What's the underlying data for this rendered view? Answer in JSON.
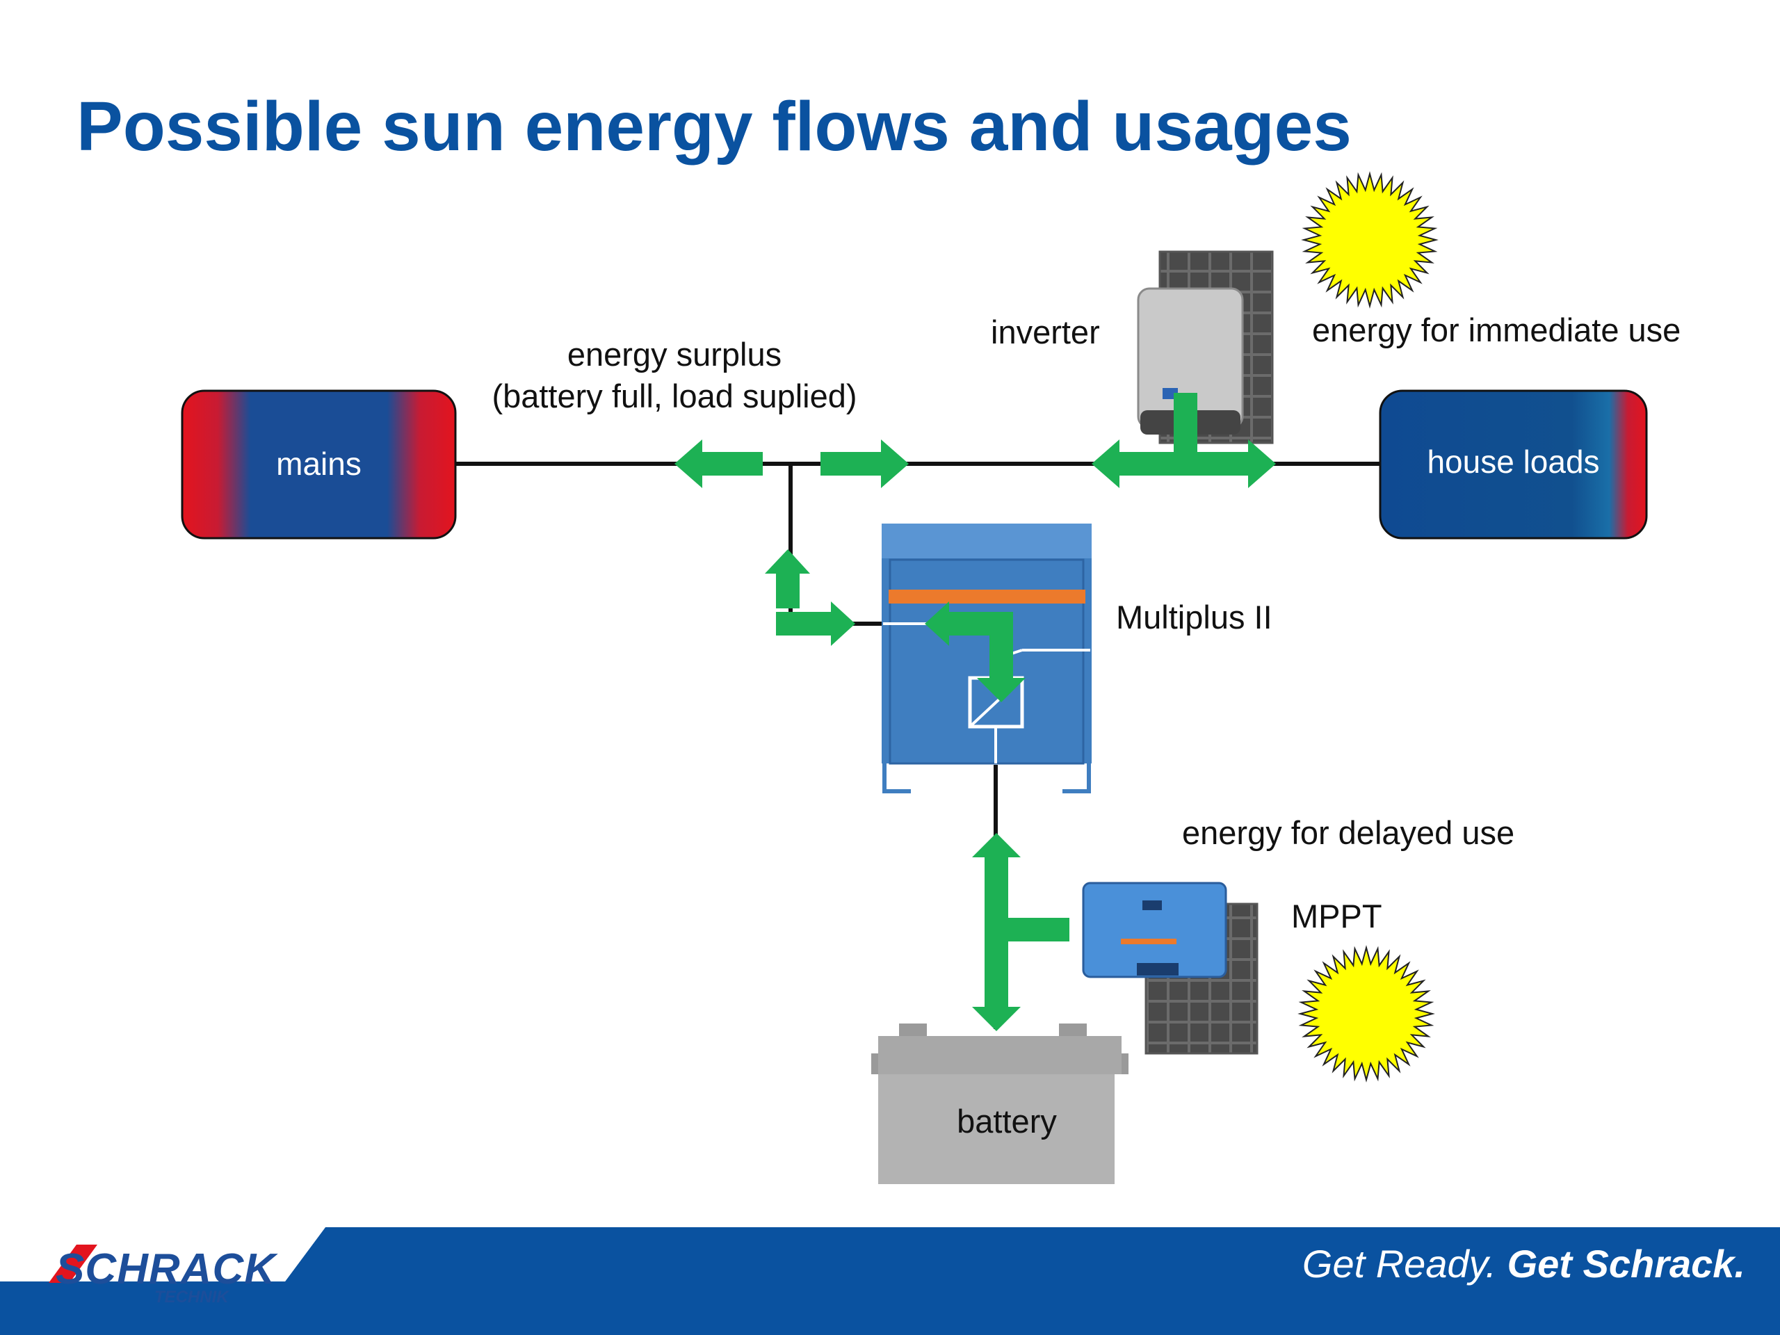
{
  "title": "Possible sun energy flows and usages",
  "labels": {
    "mains": "mains",
    "house_loads": "house loads",
    "inverter": "inverter",
    "energy_surplus_line1": "energy surplus",
    "energy_surplus_line2": "(battery full, load suplied)",
    "immediate_use": "energy for immediate use",
    "multiplus": "Multiplus II",
    "delayed_use": "energy for delayed use",
    "mppt": "MPPT",
    "battery": "battery"
  },
  "footer": {
    "logo_main": "SCHRACK",
    "logo_sub": "TECHNIK",
    "slogan_regular": "Get Ready.",
    "slogan_bold": "Get Schrack."
  },
  "colors": {
    "title": "#0a52a0",
    "flow_arrow": "#1db154",
    "footer_band": "#0a52a0",
    "sun": "#ffff00",
    "multiplus_body": "#3f7ec0",
    "multiplus_stripe": "#ec7a2c",
    "battery": "#b3b3b3"
  }
}
